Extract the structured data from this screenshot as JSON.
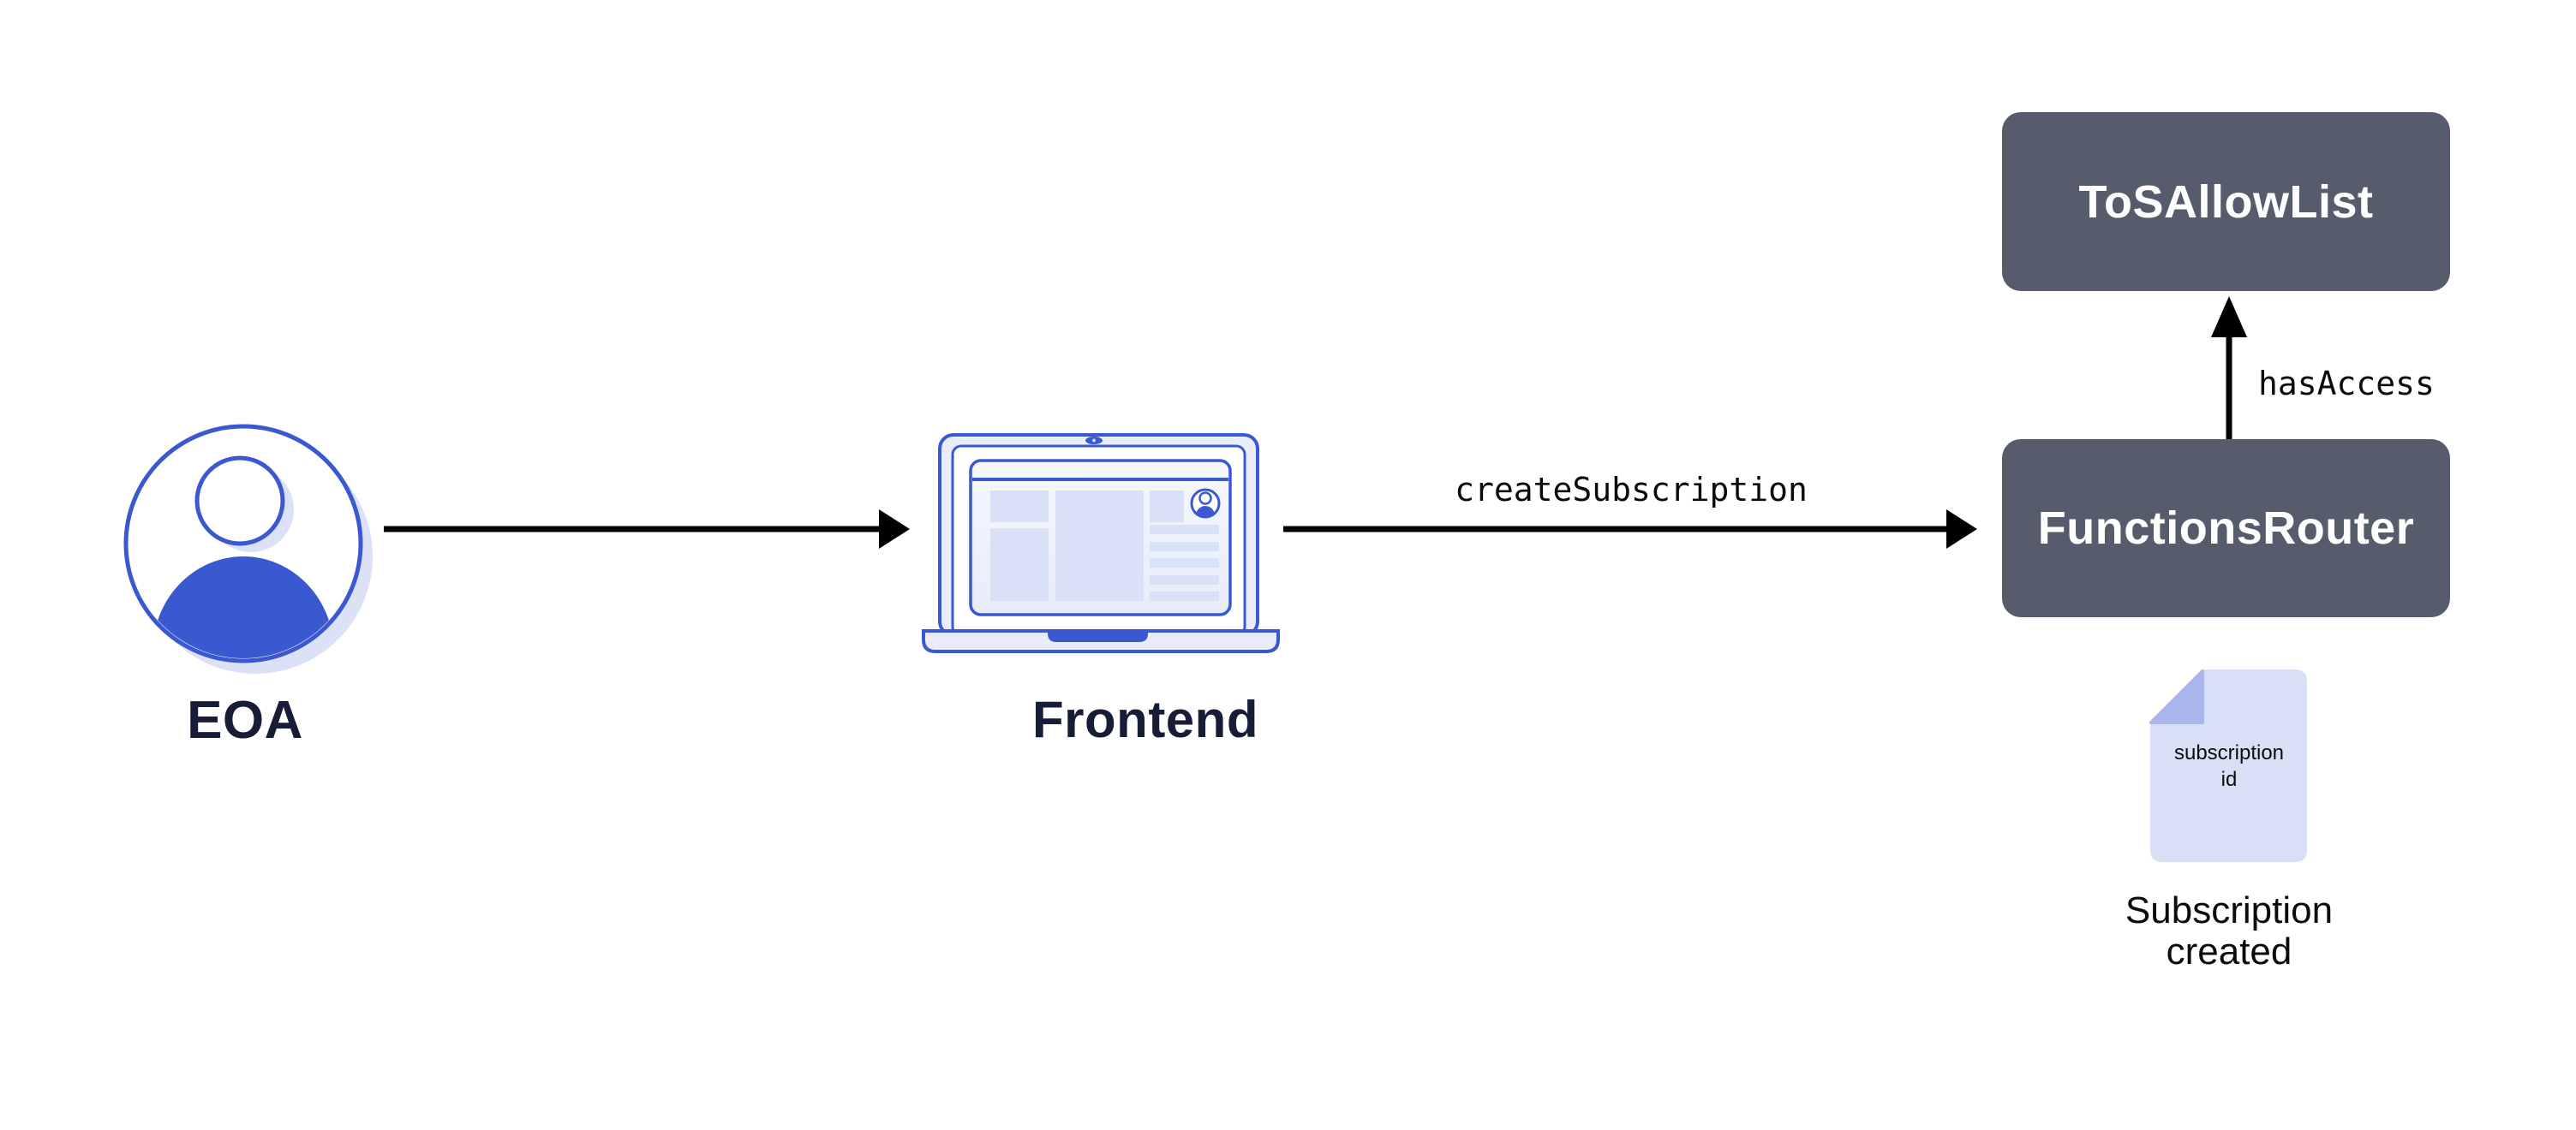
{
  "colors": {
    "accent_blue": "#3a58d0",
    "light_blue_fill": "#dbe2f7",
    "shell_fill": "#e9edfa",
    "box_fill": "#565c6c",
    "navy_text": "#171d36",
    "arrow_black": "#000000",
    "doc_fill": "#d9e0f5",
    "doc_fold": "#a9b6ee"
  },
  "nodes": {
    "eoa": {
      "label": "EOA"
    },
    "frontend": {
      "label": "Frontend"
    },
    "functionsRouter": {
      "label": "FunctionsRouter"
    },
    "tosAllowList": {
      "label": "ToSAllowList"
    },
    "subscriptionDoc": {
      "text": "subscription\nid",
      "caption": "Subscription\ncreated"
    }
  },
  "edges": {
    "frontendToRouter": {
      "label": "createSubscription"
    },
    "routerToTos": {
      "label": "hasAccess"
    }
  }
}
